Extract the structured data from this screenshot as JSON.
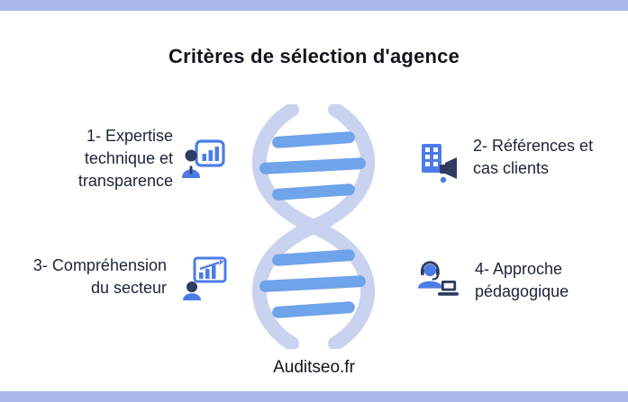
{
  "title": "Critères de sélection d'agence",
  "footer": "Auditseo.fr",
  "items": [
    {
      "id": 1,
      "label": "1- Expertise technique et transparence",
      "icon": "analyst-person-chart-icon",
      "side": "left"
    },
    {
      "id": 2,
      "label": "2- Références et cas clients",
      "icon": "building-megaphone-icon",
      "side": "right"
    },
    {
      "id": 3,
      "label": "3- Compréhension du secteur",
      "icon": "presentation-growth-chart-icon",
      "side": "left"
    },
    {
      "id": 4,
      "label": "4- Approche pédagogique",
      "icon": "support-agent-laptop-icon",
      "side": "right"
    }
  ],
  "graphic": {
    "type": "dna-helix",
    "twists": 2,
    "rungs_per_twist": 3
  },
  "colors": {
    "accent-bar": "#a9b7e8",
    "helix-strand": "#c9d2ee",
    "helix-rung": "#6fa3ea",
    "icon-blue": "#4c7ce8",
    "icon-dark": "#2f3b60",
    "text": "#1c2438",
    "title": "#14141e",
    "background": "#ffffff"
  }
}
